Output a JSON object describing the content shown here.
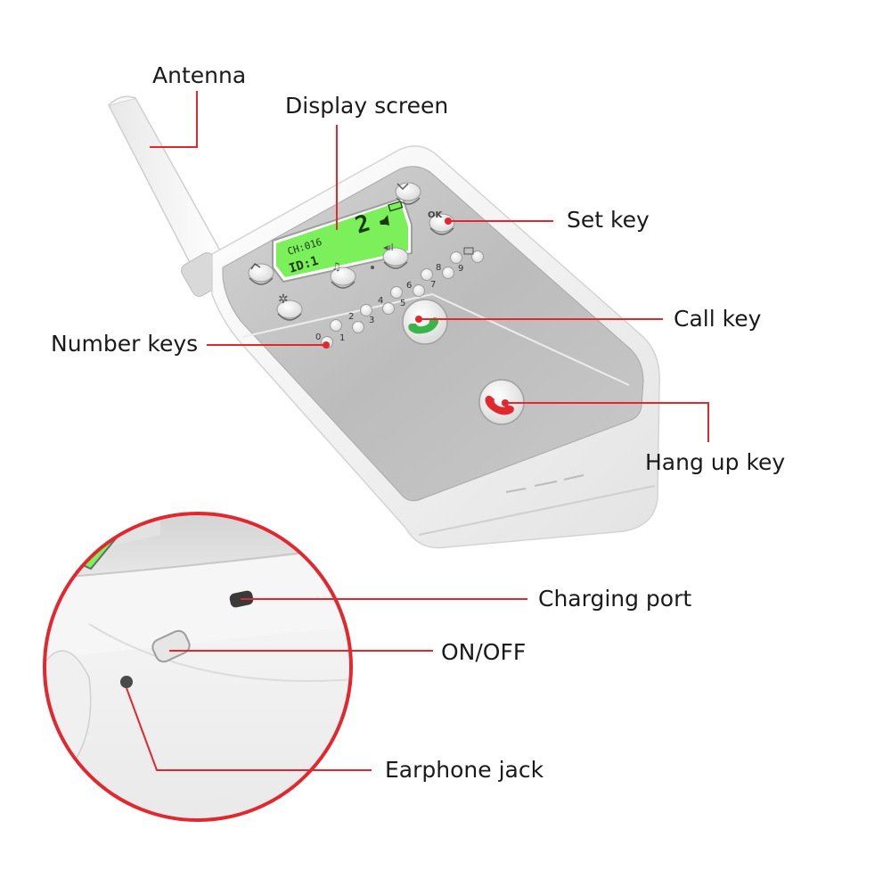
{
  "labels": {
    "antenna": "Antenna",
    "display_screen": "Display screen",
    "set_key": "Set key",
    "call_key": "Call key",
    "number_keys": "Number keys",
    "hang_up_key": "Hang up key",
    "charging_port": "Charging port",
    "on_off": "ON/OFF",
    "earphone_jack": "Earphone jack"
  },
  "lcd": {
    "line1": "CH:016",
    "line2": "ID:1",
    "big_digit": "2"
  },
  "keys": {
    "ok": "OK",
    "digits": [
      "0",
      "1",
      "2",
      "3",
      "4",
      "5",
      "6",
      "7",
      "8",
      "9"
    ]
  },
  "colors": {
    "leader_line": "#e0282e",
    "lcd_green": "#7cf05a",
    "call_green": "#3bb54a",
    "hangup_red": "#e0282e",
    "body_white": "#f2f2f2",
    "panel_silver": "#b9b9b9"
  }
}
